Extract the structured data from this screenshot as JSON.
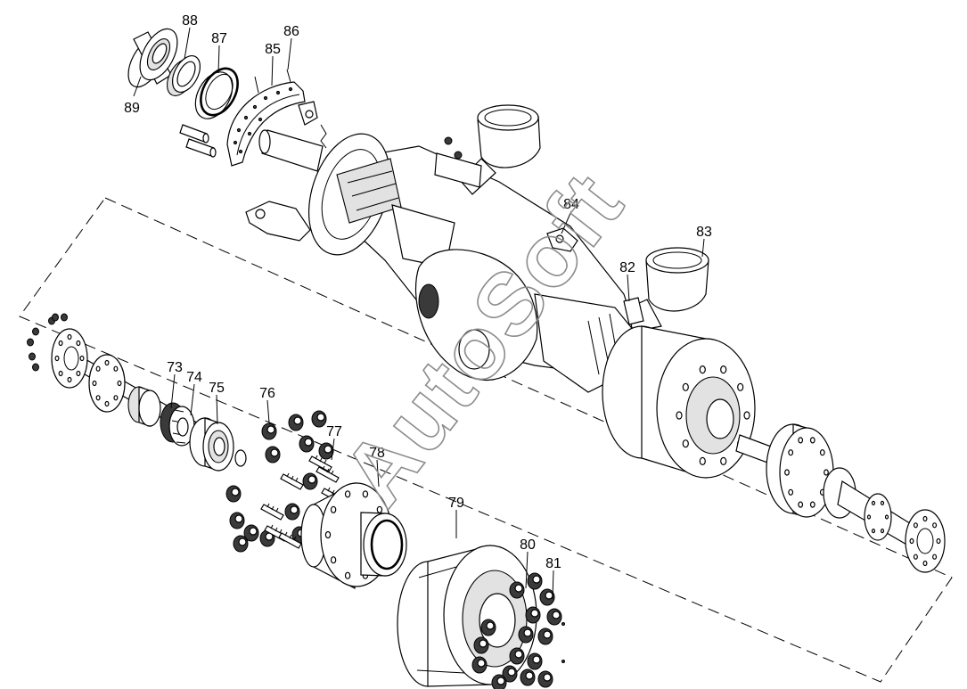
{
  "watermark": "AutoSoft",
  "part_labels": {
    "p73": "73",
    "p74": "74",
    "p75": "75",
    "p76": "76",
    "p77": "77",
    "p78": "78",
    "p79": "79",
    "p80": "80",
    "p81": "81",
    "p82": "82",
    "p83": "83",
    "p84": "84",
    "p85": "85",
    "p86": "86",
    "p87": "87",
    "p88": "88",
    "p89": "89"
  }
}
